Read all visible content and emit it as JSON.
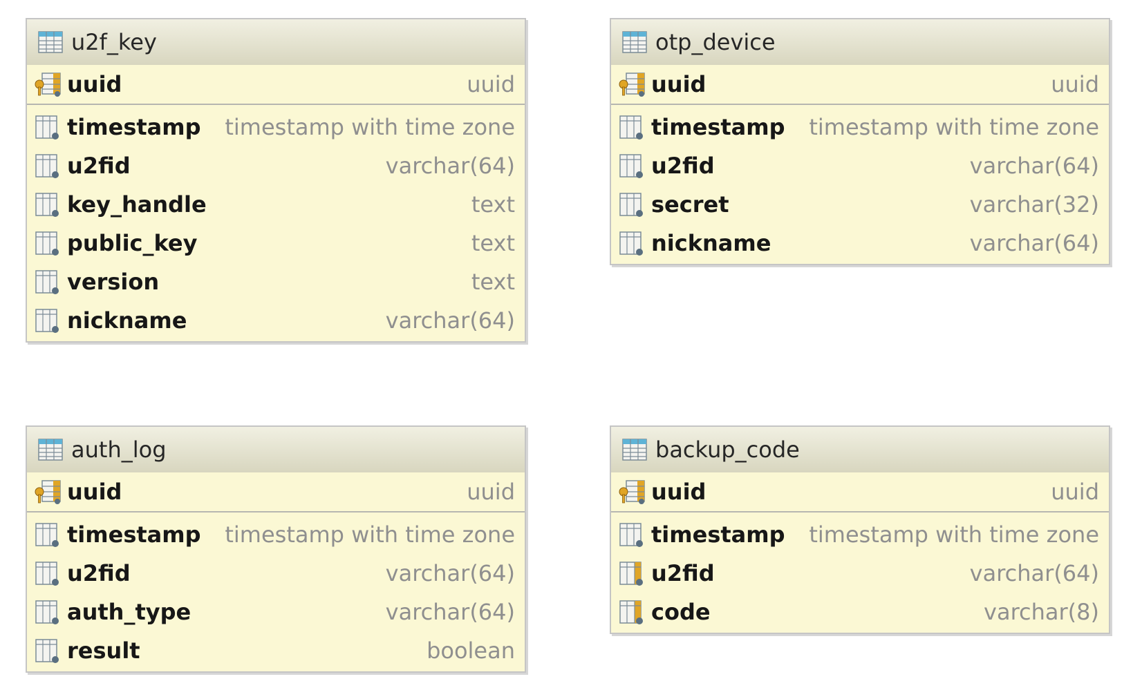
{
  "tables": [
    {
      "name": "u2f_key",
      "pk": {
        "name": "uuid",
        "type": "uuid"
      },
      "columns": [
        {
          "name": "timestamp",
          "type": "timestamp with time zone",
          "icon": "column-icon"
        },
        {
          "name": "u2fid",
          "type": "varchar(64)",
          "icon": "column-icon"
        },
        {
          "name": "key_handle",
          "type": "text",
          "icon": "column-icon"
        },
        {
          "name": "public_key",
          "type": "text",
          "icon": "column-icon"
        },
        {
          "name": "version",
          "type": "text",
          "icon": "column-icon"
        },
        {
          "name": "nickname",
          "type": "varchar(64)",
          "icon": "column-icon"
        }
      ]
    },
    {
      "name": "otp_device",
      "pk": {
        "name": "uuid",
        "type": "uuid"
      },
      "columns": [
        {
          "name": "timestamp",
          "type": "timestamp with time zone",
          "icon": "column-icon"
        },
        {
          "name": "u2fid",
          "type": "varchar(64)",
          "icon": "column-icon"
        },
        {
          "name": "secret",
          "type": "varchar(32)",
          "icon": "column-icon"
        },
        {
          "name": "nickname",
          "type": "varchar(64)",
          "icon": "column-icon"
        }
      ]
    },
    {
      "name": "auth_log",
      "pk": {
        "name": "uuid",
        "type": "uuid"
      },
      "columns": [
        {
          "name": "timestamp",
          "type": "timestamp with time zone",
          "icon": "column-icon"
        },
        {
          "name": "u2fid",
          "type": "varchar(64)",
          "icon": "column-icon"
        },
        {
          "name": "auth_type",
          "type": "varchar(64)",
          "icon": "column-icon"
        },
        {
          "name": "result",
          "type": "boolean",
          "icon": "column-icon"
        }
      ]
    },
    {
      "name": "backup_code",
      "pk": {
        "name": "uuid",
        "type": "uuid"
      },
      "columns": [
        {
          "name": "timestamp",
          "type": "timestamp with time zone",
          "icon": "column-icon"
        },
        {
          "name": "u2fid",
          "type": "varchar(64)",
          "icon": "indexed-column-icon"
        },
        {
          "name": "code",
          "type": "varchar(8)",
          "icon": "indexed-column-icon"
        }
      ]
    }
  ],
  "colors": {
    "table_bg": "#fbf8d4",
    "header_bg": "#e6e4cf",
    "column_name": "#171717",
    "column_type": "#8f8f8f",
    "key_accent": "#e0a526",
    "table_icon_accent": "#5eb3d6",
    "column_icon_dot": "#5a6f80"
  }
}
